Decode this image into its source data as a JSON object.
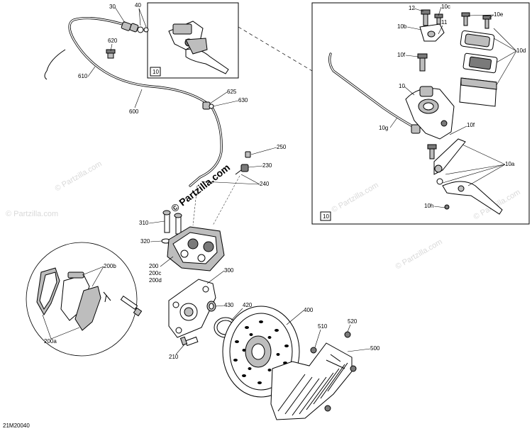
{
  "diagram_id": "21M20040",
  "watermark_main": "© Partzilla.com",
  "watermark_faint": "© Partzilla.com",
  "box_ref": "10",
  "labels": {
    "l30": "30",
    "l40": "40",
    "l620": "620",
    "l610": "610",
    "l600": "600",
    "l625": "625",
    "l630": "630",
    "l250": "250",
    "l230": "230",
    "l240": "240",
    "l310": "310",
    "l320": "320",
    "l200": "200",
    "l200c": "200c",
    "l200d": "200d",
    "l300": "300",
    "l430": "430",
    "l420": "420",
    "l400": "400",
    "l510": "510",
    "l520": "520",
    "l500": "500",
    "l210": "210",
    "l200b": "200b",
    "l200a": "200a",
    "l12": "12",
    "l10c": "10c",
    "l10e": "10e",
    "l10b": "10b",
    "l11": "11",
    "l10d": "10d",
    "l10f": "10f",
    "l10": "10",
    "l10g": "10g",
    "l10f2": "10f",
    "l10a": "10a",
    "l10h": "10h"
  }
}
